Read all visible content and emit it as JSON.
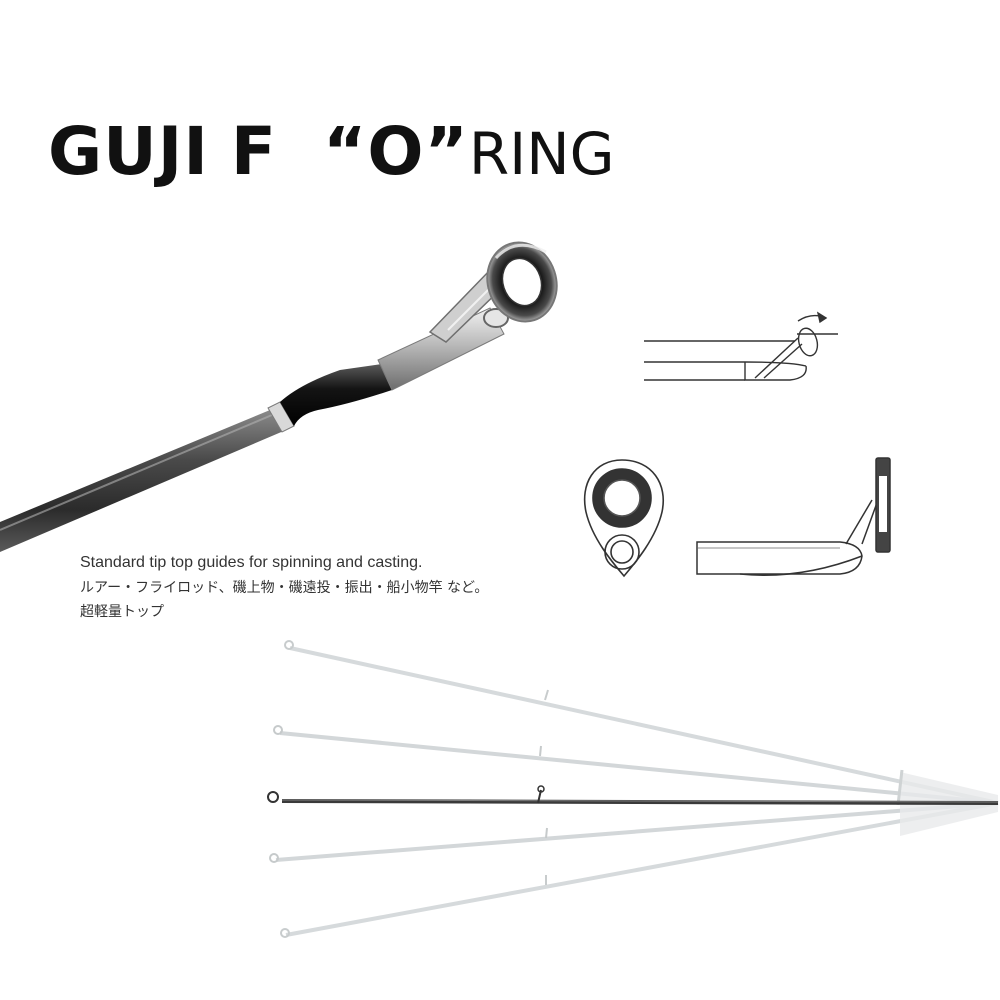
{
  "title": {
    "part1": "GUJI",
    "part2": "F",
    "part3": "“O”",
    "part4": "RING"
  },
  "caption": {
    "line1": "Standard tip top guides for spinning and casting.",
    "line2": "ルアー・フライロッド、磯上物・磯遠投・振出・船小物竿 など。",
    "line3": "超軽量トップ"
  },
  "colors": {
    "background": "#ffffff",
    "text": "#111111",
    "blank": "#3a3a3a",
    "faded_blank": "#d2d6d8"
  }
}
